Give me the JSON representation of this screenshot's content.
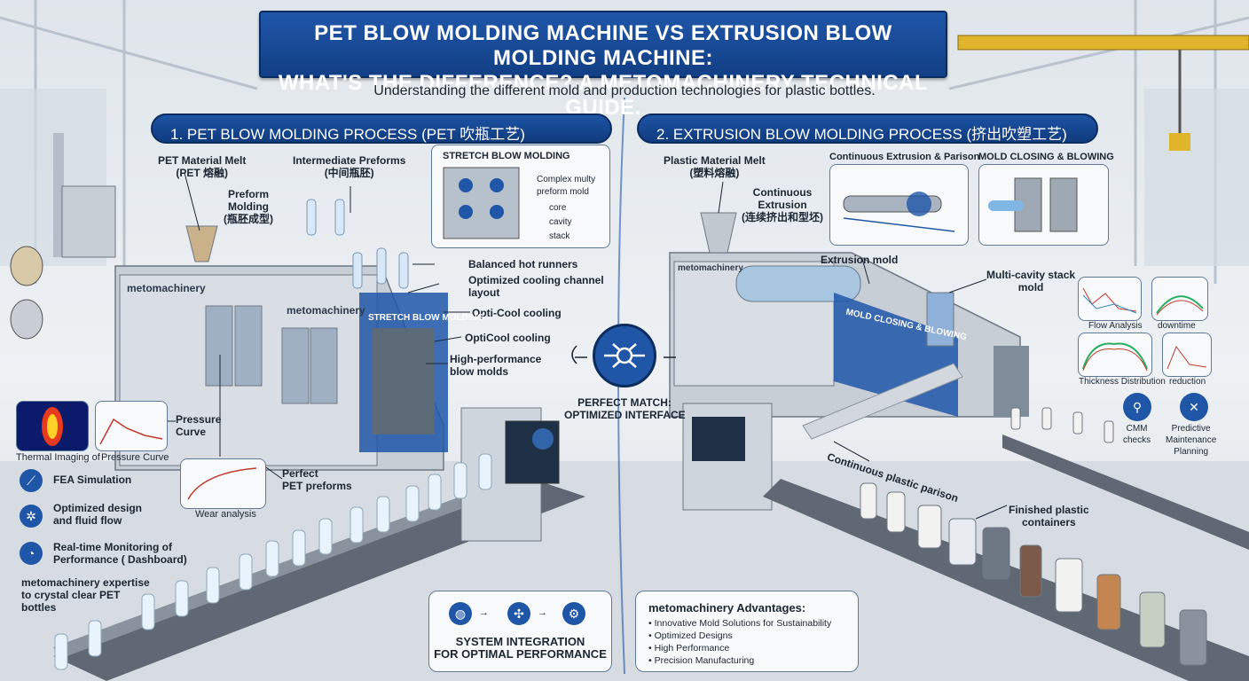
{
  "colors": {
    "brand_blue": "#1f56a8",
    "dark_blue": "#0b2c5f",
    "machine_grey": "#c9cfd6",
    "background": "#e7ebef"
  },
  "title": {
    "line1": "PET BLOW MOLDING MACHINE VS EXTRUSION BLOW MOLDING MACHINE:",
    "line2": "WHAT'S THE DIFFERENCE? A METOMACHINERY TECHNICAL GUIDE."
  },
  "subtitle": "Understanding the different mold and production technologies for plastic bottles.",
  "left": {
    "header": "1. PET BLOW MOLDING PROCESS (PET 吹瓶工艺)",
    "pet_melt": "PET Material Melt\n(PET 熔融)",
    "preform_molding": "Preform\nMolding\n(瓶胚成型)",
    "intermediate": "Intermediate Preforms\n(中间瓶胚)",
    "stretch_panel": {
      "title": "STRETCH BLOW MOLDING",
      "items": [
        "Complex multy\npreform mold",
        "core",
        "cavity",
        "stack"
      ]
    },
    "callouts": [
      "Balanced hot runners",
      "Optimized cooling channel\nlayout",
      "Opti-Cool cooling",
      "OptiCool cooling",
      "High-performance\nblow molds"
    ],
    "machine_brand": "metomachinery",
    "machine_banner": "STRETCH BLOW MOLDING",
    "charts": {
      "thermal": "Thermal Imaging of",
      "pressure": "Pressure Curve",
      "pressure_callout": "Pressure\nCurve",
      "wear": "Wear analysis"
    },
    "features": [
      {
        "icon": "chart-line-icon",
        "text": "FEA Simulation"
      },
      {
        "icon": "atom-icon",
        "text": "Optimized design\nand fluid flow"
      },
      {
        "icon": "gauge-icon",
        "text": "Real-time Monitoring of\nPerformance ( Dashboard)"
      }
    ],
    "expertise": "metomachinery expertise\nto crystal clear PET\nbottles",
    "perfect_preforms": "Perfect\nPET preforms"
  },
  "center": {
    "match_label": "PERFECT MATCH:\nOPTIMIZED INTERFACE",
    "integration_label": "SYSTEM INTEGRATION\nFOR OPTIMAL PERFORMANCE"
  },
  "right": {
    "header": "2. EXTRUSION BLOW MOLDING PROCESS (挤出吹塑工艺)",
    "plastic_melt": "Plastic Material Melt\n(塑料熔融)",
    "continuous_extrusion": "Continuous\nExtrusion\n(连续挤出和型坯)",
    "panel1_title": "Continuous Extrusion & Parison",
    "panel2_title": "MOLD CLOSING & BLOWING",
    "extrusion_mold": "Extrusion mold",
    "multi_cavity": "Multi-cavity stack\nmold",
    "machine_brand": "metomachinery",
    "machine_banner": "MOLD CLOSING & BLOWING",
    "parison": "Continuous plastic parison",
    "finished": "Finished plastic\ncontainers",
    "charts": [
      "Flow Analysis",
      "downtime",
      "Thickness Distribution",
      "reduction"
    ],
    "side_icons": [
      {
        "icon": "microscope-icon",
        "text": "CMM\nchecks"
      },
      {
        "icon": "wrench-icon",
        "text": "Predictive\nMaintenance\nPlanning"
      }
    ],
    "advantages_title": "metomachinery Advantages:",
    "advantages": [
      "Innovative Mold Solutions for Sustainability",
      "Optimized Designs",
      "High Performance",
      "Precision Manufacturing"
    ]
  }
}
